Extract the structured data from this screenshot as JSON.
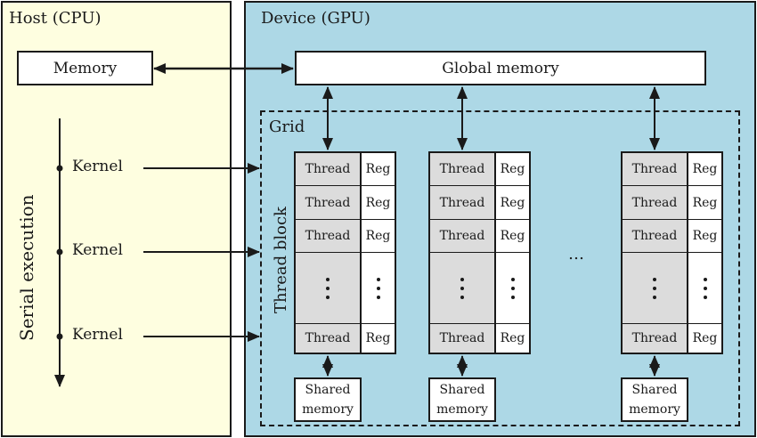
{
  "host": {
    "title": "Host (CPU)",
    "memory_label": "Memory",
    "serial_label": "Serial execution",
    "kernels": [
      "Kernel",
      "Kernel",
      "Kernel"
    ]
  },
  "device": {
    "title": "Device (GPU)",
    "global_memory_label": "Global memory",
    "grid_label": "Grid",
    "thread_block_label": "Thread block",
    "ellipsis": "…",
    "blocks": [
      {
        "rows": [
          {
            "thread": "Thread",
            "reg": "Reg"
          },
          {
            "thread": "Thread",
            "reg": "Reg"
          },
          {
            "thread": "Thread",
            "reg": "Reg"
          },
          {
            "thread": "⋮",
            "reg": "⋮"
          },
          {
            "thread": "Thread",
            "reg": "Reg"
          }
        ],
        "shared_memory": [
          "Shared",
          "memory"
        ]
      },
      {
        "rows": [
          {
            "thread": "Thread",
            "reg": "Reg"
          },
          {
            "thread": "Thread",
            "reg": "Reg"
          },
          {
            "thread": "Thread",
            "reg": "Reg"
          },
          {
            "thread": "⋮",
            "reg": "⋮"
          },
          {
            "thread": "Thread",
            "reg": "Reg"
          }
        ],
        "shared_memory": [
          "Shared",
          "memory"
        ]
      },
      {
        "rows": [
          {
            "thread": "Thread",
            "reg": "Reg"
          },
          {
            "thread": "Thread",
            "reg": "Reg"
          },
          {
            "thread": "Thread",
            "reg": "Reg"
          },
          {
            "thread": "⋮",
            "reg": "⋮"
          },
          {
            "thread": "Thread",
            "reg": "Reg"
          }
        ],
        "shared_memory": [
          "Shared",
          "memory"
        ]
      }
    ]
  },
  "colors": {
    "host_bg": "#fefee0",
    "device_bg": "#add8e6",
    "thread_bg": "#dcdcdc",
    "box_bg": "#ffffff",
    "stroke": "#1a1a1a"
  }
}
